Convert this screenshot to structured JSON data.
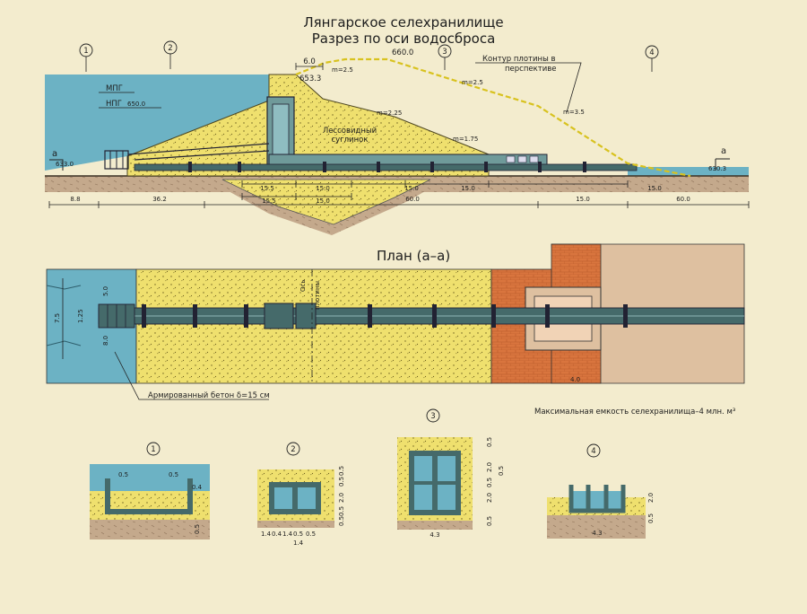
{
  "title": "Лянгарское селехранилище",
  "subtitle": "Разрез по оси водосброса",
  "plan_title": "План (а–а)",
  "section": {
    "level_mpg": "МПГ",
    "level_npg": "НПГ",
    "npg_value": "650.0",
    "elev_crest": "653.3",
    "elev_top": "660.0",
    "elev_inlet": "633.0",
    "elev_outlet": "630.3",
    "crest_width": "6.0",
    "slope_1": "m=2.5",
    "slope_2": "m=2.5",
    "slope_3": "m=2.25",
    "slope_4": "m=3.5",
    "slope_5": "m=1.75",
    "soil_label_1": "Лессовидный",
    "soil_label_2": "суглинок",
    "dam_outline_1": "Контур плотины в",
    "dam_outline_2": "перспективе",
    "section_a_left": "а",
    "section_a_right": "а",
    "markers": [
      "1",
      "2",
      "3",
      "4"
    ],
    "dims_upper": [
      "15.5",
      "15.0",
      "15.0",
      "15.0",
      "15.0"
    ],
    "dims_mid": [
      "15.5",
      "15.0"
    ],
    "dims_lower": [
      "8.8",
      "36.2",
      "60.0",
      "15.0",
      "60.0"
    ]
  },
  "plan": {
    "axis_label_1": "Ось",
    "axis_label_2": "плотины",
    "dim_a": "5.0",
    "dim_b": "1.25",
    "dim_c": "7.5",
    "dim_d": "8.0",
    "dim_e": "4.0",
    "concrete_note": "Армированный бетон δ=15 см",
    "capacity_note": "Максимальная емкость селехранилища–4 млн. м³"
  },
  "details": [
    {
      "num": "1",
      "dims": [
        "0.5",
        "0.5",
        "0.4",
        "0.5"
      ]
    },
    {
      "num": "2",
      "dims": [
        "0.5",
        "0.5",
        "2.0",
        "0.5",
        "0.5",
        "1.4",
        "0.4",
        "1.4",
        "0.5",
        "0.5"
      ]
    },
    {
      "num": "3",
      "dims": [
        "0.5",
        "2.0",
        "0.5",
        "2.0",
        "0.5",
        "4.3",
        "0.5"
      ]
    },
    {
      "num": "4",
      "dims": [
        "2.0",
        "0.5",
        "4.3"
      ]
    }
  ],
  "colors": {
    "paper": "#f3ecce",
    "water": "#6cb2c4",
    "loess": "#efe06e",
    "ground": "#c4a98c",
    "brick": "#d9753e",
    "pipe": "#456a6a",
    "dashed": "#d8c21e"
  }
}
